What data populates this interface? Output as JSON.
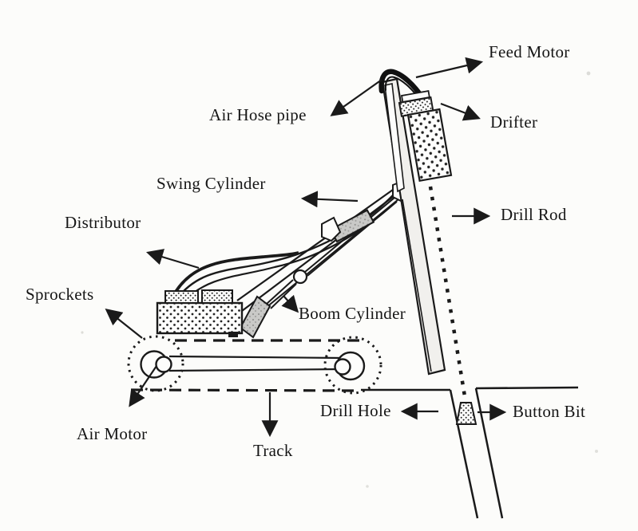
{
  "colors": {
    "ink": "#1a1a1a",
    "paper": "#fcfcfa",
    "cylinder_gray": "#c9c9c7",
    "mast_fill": "#f1f0ed"
  },
  "diagram": {
    "labels": {
      "feed_motor": "Feed Motor",
      "air_hose_pipe": "Air Hose pipe",
      "drifter": "Drifter",
      "swing_cylinder": "Swing Cylinder",
      "drill_rod": "Drill Rod",
      "distributor": "Distributor",
      "sprockets": "Sprockets",
      "boom_cylinder": "Boom Cylinder",
      "drill_hole": "Drill Hole",
      "button_bit": "Button Bit",
      "air_motor": "Air Motor",
      "track": "Track"
    }
  }
}
